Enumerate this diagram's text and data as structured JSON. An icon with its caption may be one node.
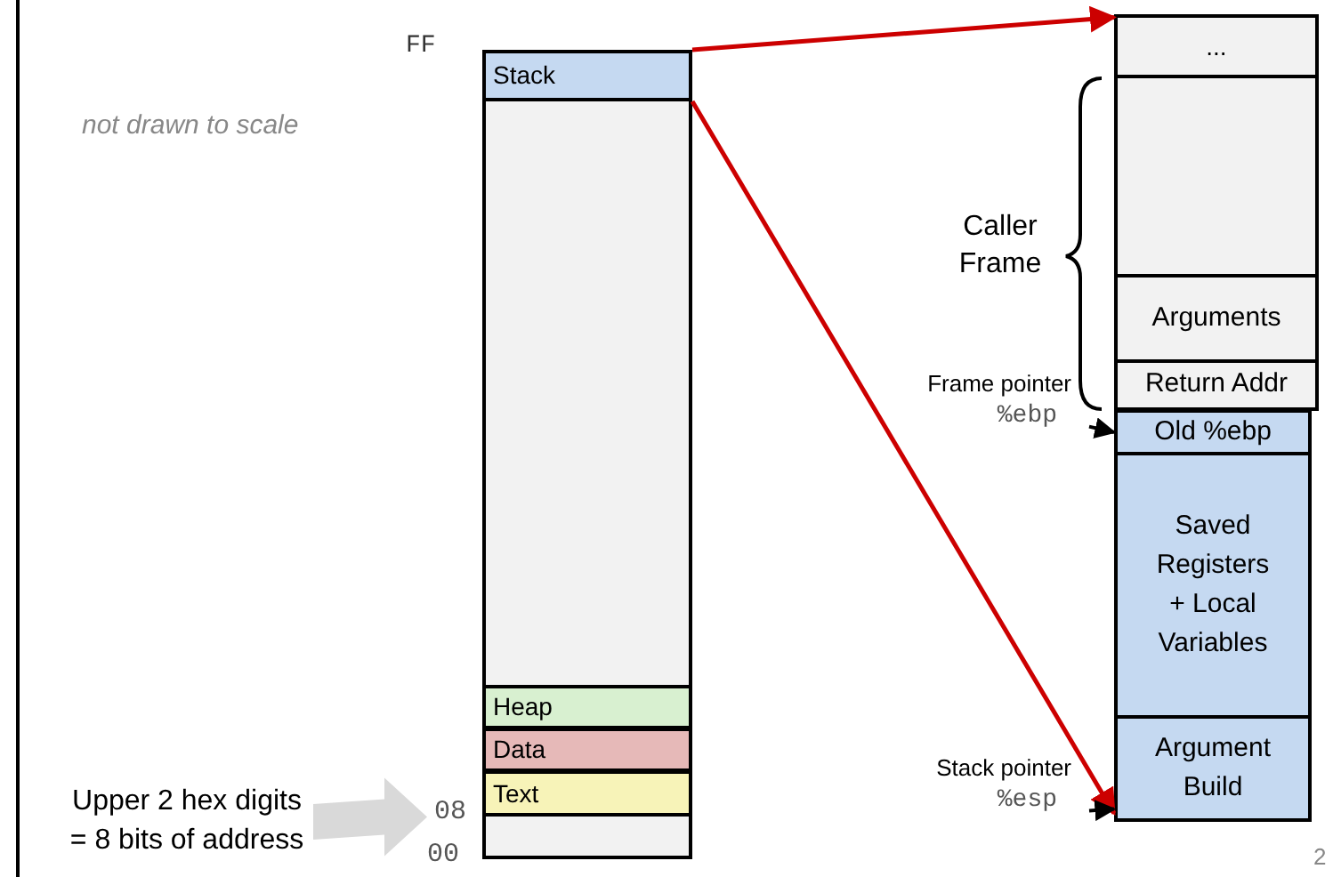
{
  "diagram": {
    "nodes": [
      {
        "text": [],
        "shape": "box"
      },
      {
        "text": [
          "Stack"
        ],
        "in": 0
      },
      {
        "text": [
          "Heap"
        ],
        "in": 0
      },
      {
        "text": [
          "Data"
        ],
        "in": 0
      },
      {
        "text": [
          "Text"
        ],
        "in": 0
      },
      {
        "text": [
          "..."
        ]
      },
      {
        "text": [],
        "shape": "box"
      },
      {
        "text": [
          "Arguments"
        ]
      },
      {
        "text": [
          "Return Addr"
        ]
      },
      {
        "text": [
          "Old %ebp"
        ]
      },
      {
        "text": [
          "Saved Registers + Local Variables"
        ]
      },
      {
        "text": [
          "Argument Build"
        ]
      },
      {
        "text": [
          "Upper 2 hex digits = 8 bits of address"
        ]
      },
      {
        "text": [
          "08"
        ]
      },
      {
        "text": [
          "Frame pointer",
          "%ebp"
        ]
      },
      {
        "text": [
          "Stack pointer",
          "%esp"
        ]
      }
    ],
    "edges": [
      {
        "from": 1,
        "to": 5,
        "arrow": "to",
        "color": "#cc0000"
      },
      {
        "from": 1,
        "to": 11,
        "arrow": "to",
        "color": "#cc0000"
      },
      {
        "from": 12,
        "to": 13,
        "arrow": "to",
        "style": "thick",
        "color": "#d9d9d9"
      },
      {
        "from": 14,
        "to": 9,
        "arrow": "to",
        "color": "#000000"
      },
      {
        "from": 15,
        "to": 11,
        "arrow": "to",
        "color": "#000000"
      }
    ],
    "labels": [
      "FF",
      "not drawn to scale",
      "Caller Frame",
      "00",
      "2"
    ]
  }
}
